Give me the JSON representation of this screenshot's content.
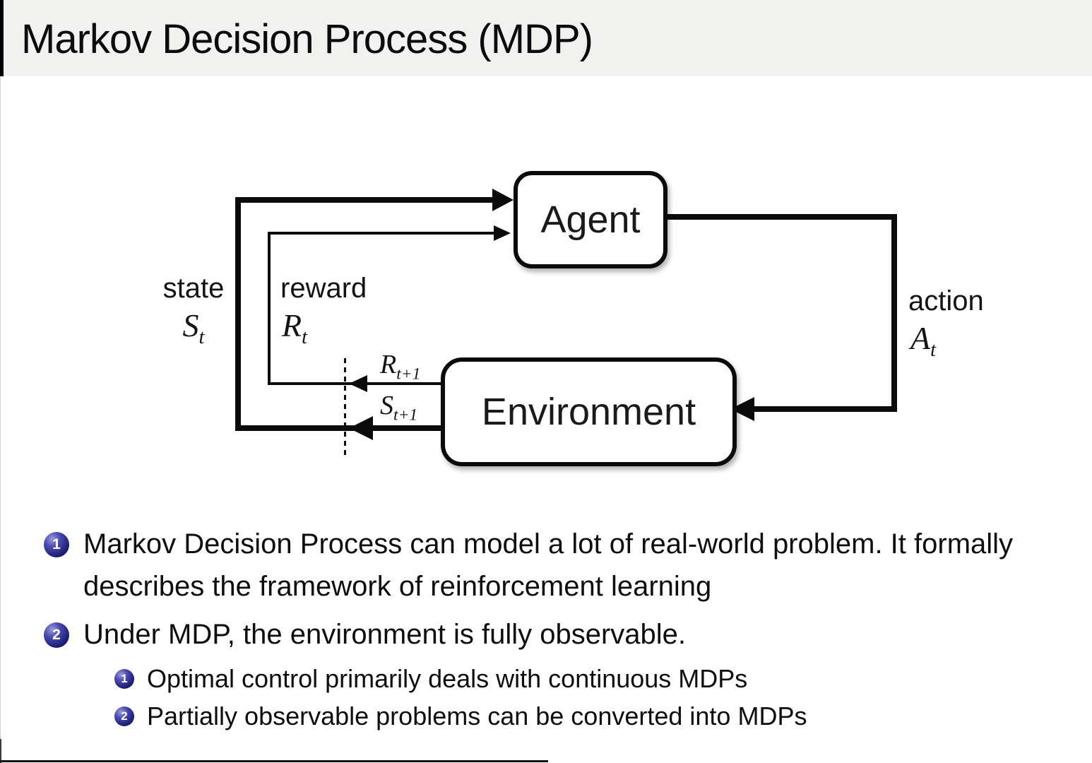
{
  "slide": {
    "title": "Markov Decision Process (MDP)"
  },
  "diagram": {
    "agent_label": "Agent",
    "environment_label": "Environment",
    "state_word": "state",
    "state_sym": "S",
    "state_sub": "t",
    "reward_word": "reward",
    "reward_sym": "R",
    "reward_sub": "t",
    "action_word": "action",
    "action_sym": "A",
    "action_sub": "t",
    "reward_next_sym": "R",
    "reward_next_sub": "t+1",
    "state_next_sym": "S",
    "state_next_sub": "t+1"
  },
  "bullets": {
    "items": [
      {
        "number": "1",
        "text": "Markov Decision Process can model a lot of real-world problem. It formally describes the framework of reinforcement learning"
      },
      {
        "number": "2",
        "text": "Under MDP, the environment is fully observable.",
        "children": [
          {
            "number": "1",
            "text": "Optimal control primarily deals with continuous MDPs"
          },
          {
            "number": "2",
            "text": "Partially observable problems can be converted into MDPs"
          }
        ]
      }
    ]
  },
  "colors": {
    "ball_blue": "#22227a",
    "title_bg": "#f1f1f0",
    "line_black": "#0b0b0b"
  }
}
